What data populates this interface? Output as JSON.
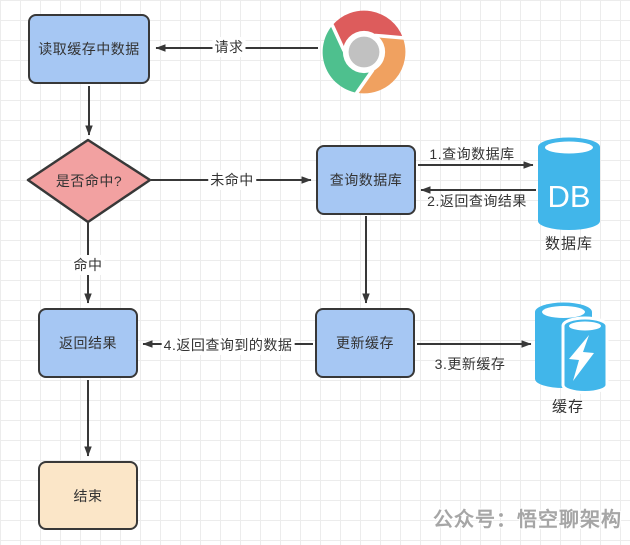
{
  "diagram": {
    "nodes": {
      "read_cache": "读取缓存中数据",
      "hit_check": "是否命中?",
      "query_db": "查询数据库",
      "return_result": "返回结果",
      "update_cache": "更新缓存",
      "end": "结束"
    },
    "edge_labels": {
      "request": "请求",
      "miss": "未命中",
      "hit": "命中",
      "step1": "1.查询数据库",
      "step2": "2.返回查询结果",
      "step3": "3.更新缓存",
      "step4": "4.返回查询到的数据"
    },
    "icons": {
      "database": {
        "text": "DB",
        "label": "数据库"
      },
      "cache": {
        "label": "缓存"
      }
    },
    "watermark": "公众号：悟空聊架构",
    "colors": {
      "node_fill": "#a6c7f3",
      "decision_fill": "#f2a1a1",
      "end_fill": "#fbe6c8",
      "border": "#383838",
      "arrow": "#383838",
      "cylinder_blue": "#41b6ea",
      "chrome_red": "#dd5c5c",
      "chrome_green": "#4ec08e",
      "chrome_orange": "#f0a160",
      "chrome_gray": "#c1c1c1",
      "watermark_gray": "#a6a6a6"
    }
  }
}
